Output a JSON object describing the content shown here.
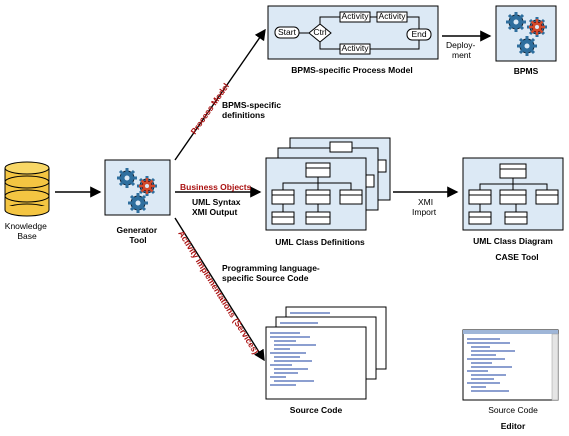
{
  "nodes": {
    "knowledge_base": "Knowledge Base",
    "generator_tool": [
      "Generator",
      "Tool"
    ],
    "bpms_model": "BPMS-specific Process Model",
    "bpms": "BPMS",
    "uml_defs": "UML Class Definitions",
    "uml_diagram": "UML Class Diagram",
    "case_tool": "CASE Tool",
    "source_code": "Source Code",
    "editor_source": "Source Code",
    "editor": "Editor"
  },
  "edges": {
    "process_model": "Process Model",
    "bpms_definitions": [
      "BPMS-specific",
      "definitions"
    ],
    "deployment": [
      "Deploy-",
      "ment"
    ],
    "business_objects": "Business Objects",
    "uml_syntax": [
      "UML Syntax",
      "XMI Output"
    ],
    "xmi_import": [
      "XMI",
      "Import"
    ],
    "activity_impl": "Activity Implementations (Services)",
    "prog_lang": [
      "Programming language-",
      "specific Source Code"
    ]
  },
  "process_diagram": {
    "start": "Start",
    "decision": "Ctrl",
    "activity1": "Activity",
    "activity2": "Activity",
    "activity3": "Activity",
    "end": "End"
  },
  "colors": {
    "panel": "#dce9f5",
    "red_label": "#aa1111",
    "cylinder": "#f4c542"
  }
}
